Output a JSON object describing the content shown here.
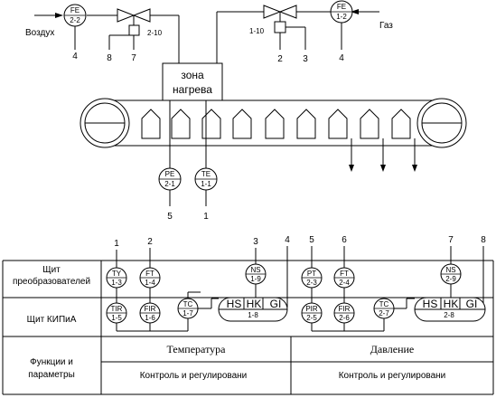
{
  "inputs": {
    "air_label": "Воздух",
    "gas_label": "Газ"
  },
  "zone": {
    "line1": "зона",
    "line2": "нагрева"
  },
  "field_devices": [
    {
      "code": "FE",
      "num": "2-2"
    },
    {
      "code": "FE",
      "num": "1-2"
    },
    {
      "code": "PE",
      "num": "2-1"
    },
    {
      "code": "TE",
      "num": "1-1"
    }
  ],
  "actuators": [
    {
      "tag": "2-10"
    },
    {
      "tag": "1-10"
    }
  ],
  "line_numbers": {
    "air_fe": "4",
    "air_left": "8",
    "air_act": "7",
    "gas_act_a": "2",
    "gas_act_b": "3",
    "gas_fe": "4",
    "pe": "5",
    "te": "1"
  },
  "panel": {
    "row1_label_line1": "Щит",
    "row1_label_line2": "преобразователей",
    "row2_label": "Щит КИПиА",
    "row3_label_line1": "Функции и",
    "row3_label_line2": "параметры",
    "col_numbers": [
      "1",
      "2",
      "3",
      "4",
      "5",
      "6",
      "7",
      "8"
    ],
    "row1_devices": [
      {
        "code": "TY",
        "num": "1-3"
      },
      {
        "code": "FT",
        "num": "1-4"
      },
      {
        "code": "NS",
        "num": "1-9"
      },
      {
        "code": "PT",
        "num": "2-3"
      },
      {
        "code": "FT",
        "num": "2-4"
      },
      {
        "code": "NS",
        "num": "2-9"
      }
    ],
    "row2_devices": [
      {
        "code": "TIR",
        "num": "1-5"
      },
      {
        "code": "FIR",
        "num": "1-6"
      },
      {
        "code": "TC",
        "num": "1-7"
      },
      {
        "code": "PIR",
        "num": "2-5"
      },
      {
        "code": "FIR",
        "num": "2-6"
      },
      {
        "code": "TC",
        "num": "2-7"
      }
    ],
    "groups": [
      {
        "a": "HS",
        "b": "HK",
        "c": "GI",
        "num": "1-8"
      },
      {
        "a": "HS",
        "b": "HK",
        "c": "GI",
        "num": "2-8"
      }
    ],
    "functions": {
      "temp_title": "Температура",
      "temp_sub": "Контроль и регулировани",
      "press_title": "Давление",
      "press_sub": "Контроль и регулировани"
    }
  }
}
